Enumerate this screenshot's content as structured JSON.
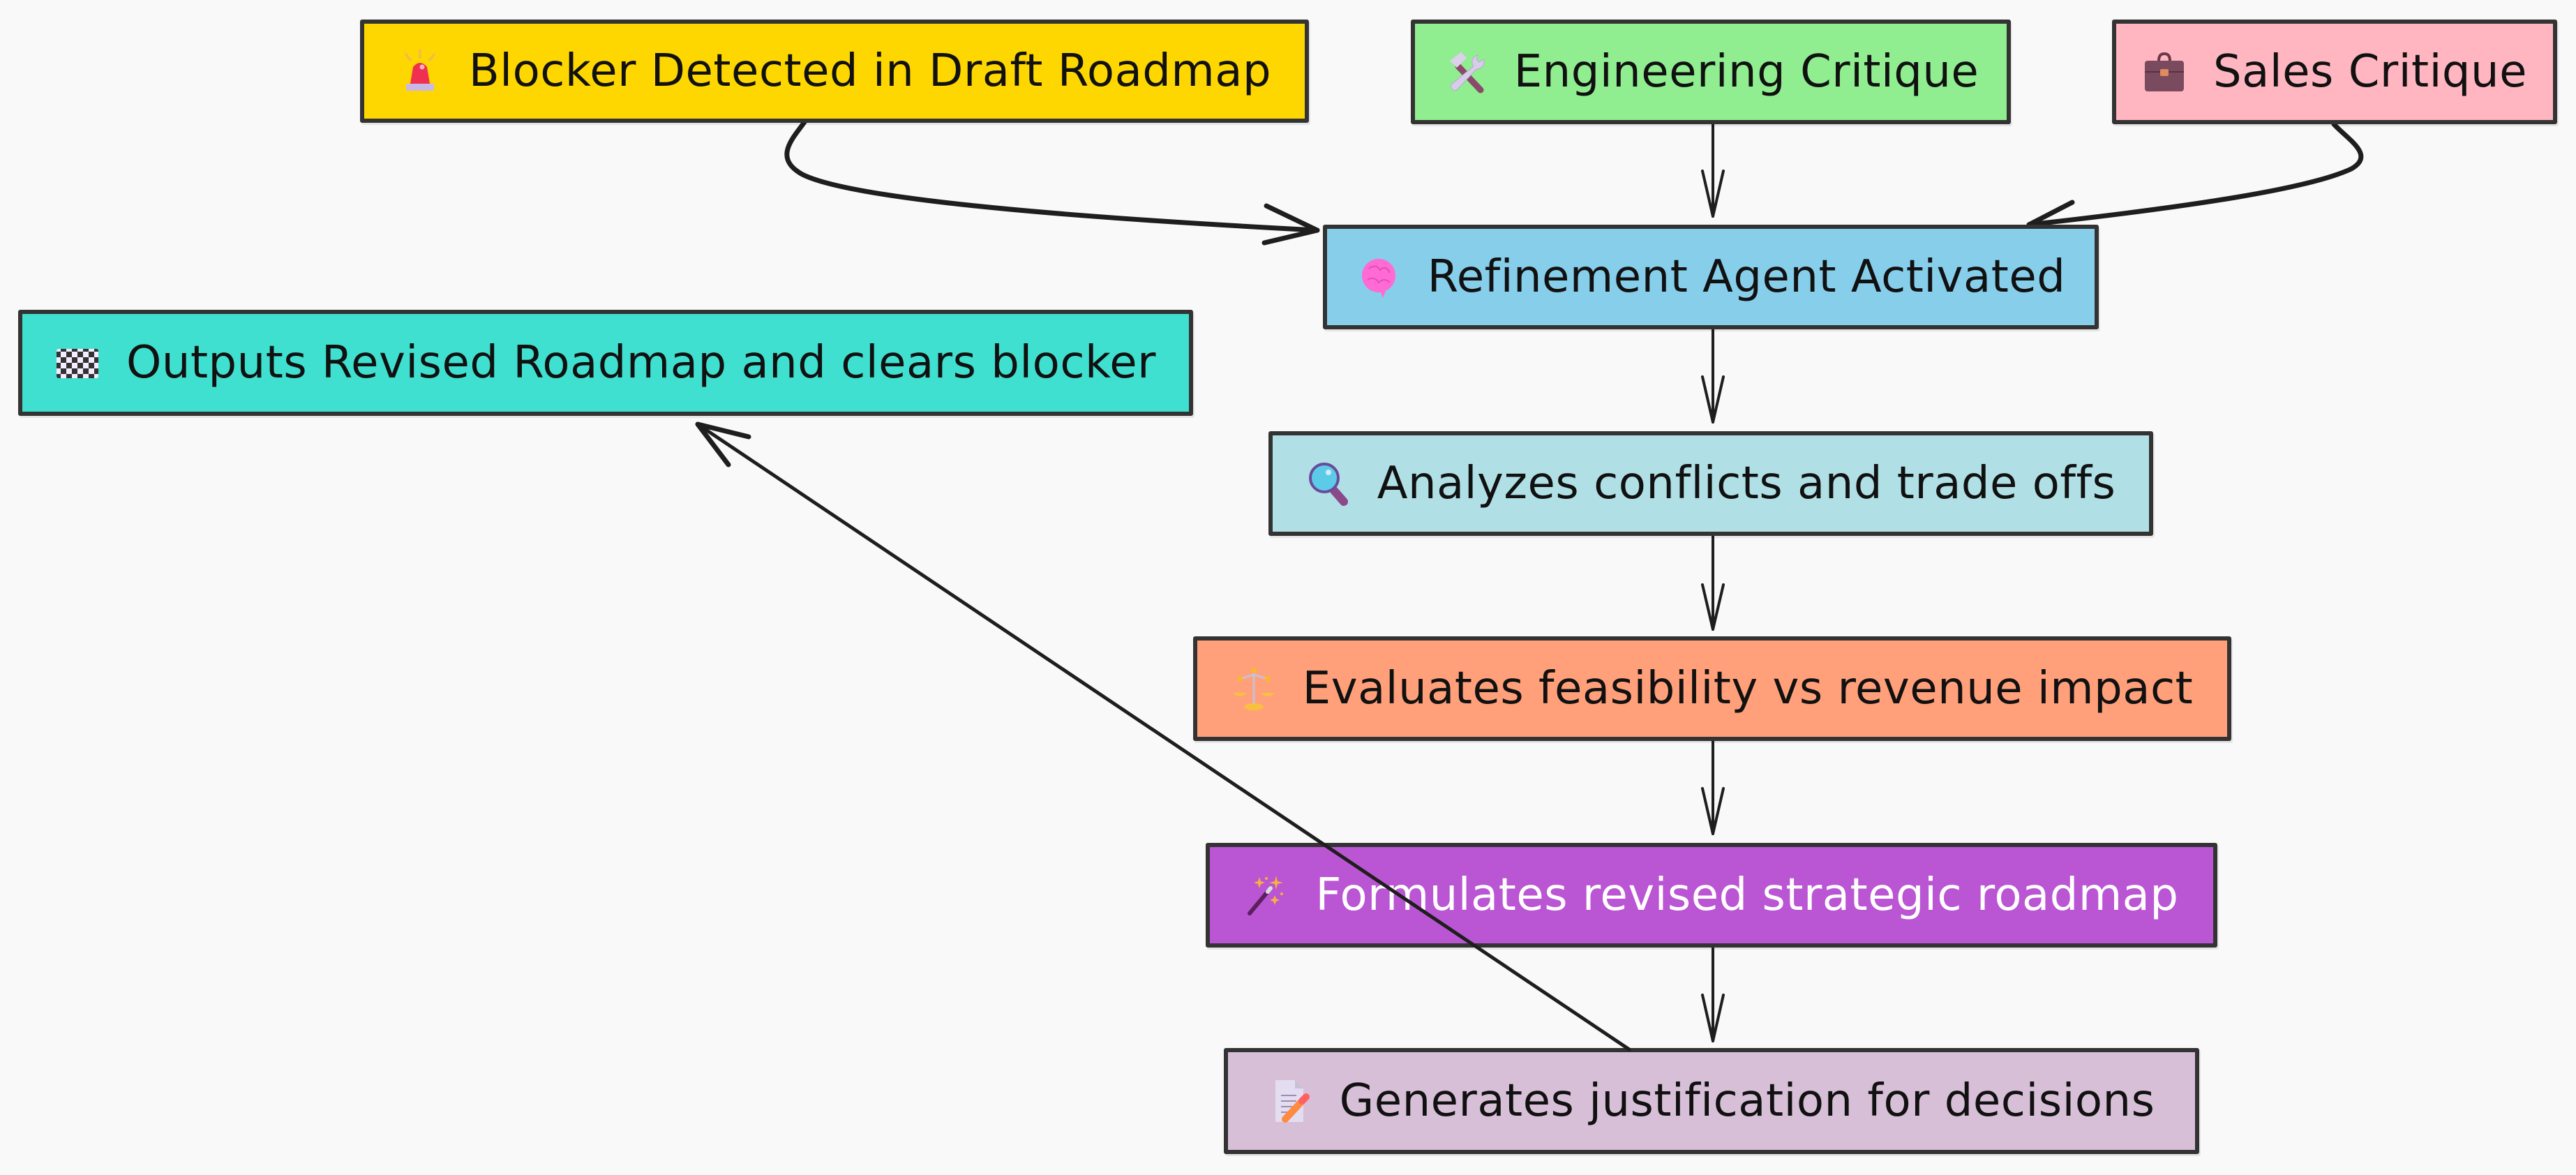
{
  "diagram": {
    "type": "flowchart",
    "style": "hand-drawn",
    "background": "#f9f9f9",
    "nodes": [
      {
        "id": "blocker",
        "label": "Blocker Detected in Draft Roadmap",
        "icon": "police-light-icon",
        "fill": "#FFD700",
        "text_color": "#111111"
      },
      {
        "id": "eng",
        "label": "Engineering Critique",
        "icon": "hammer-and-wrench-icon",
        "fill": "#90EE90",
        "text_color": "#111111"
      },
      {
        "id": "sales",
        "label": "Sales Critique",
        "icon": "briefcase-icon",
        "fill": "#FFB6C1",
        "text_color": "#111111"
      },
      {
        "id": "refine",
        "label": "Refinement Agent Activated",
        "icon": "brain-icon",
        "fill": "#87CEEB",
        "text_color": "#111111"
      },
      {
        "id": "output",
        "label": "Outputs Revised Roadmap and clears blocker",
        "icon": "checkered-flag-icon",
        "fill": "#40E0D0",
        "text_color": "#111111"
      },
      {
        "id": "analyze",
        "label": "Analyzes conflicts and trade offs",
        "icon": "magnifying-glass-icon",
        "fill": "#B0E0E6",
        "text_color": "#111111"
      },
      {
        "id": "evaluate",
        "label": "Evaluates feasibility vs revenue impact",
        "icon": "balance-scale-icon",
        "fill": "#FFA07A",
        "text_color": "#111111"
      },
      {
        "id": "formulate",
        "label": "Formulates revised strategic roadmap",
        "icon": "magic-wand-icon",
        "fill": "#BA55D3",
        "text_color": "#FFFFFF"
      },
      {
        "id": "justify",
        "label": "Generates justification for decisions",
        "icon": "memo-icon",
        "fill": "#D8BFD8",
        "text_color": "#111111"
      }
    ],
    "edges": [
      {
        "from": "blocker",
        "to": "refine"
      },
      {
        "from": "eng",
        "to": "refine"
      },
      {
        "from": "sales",
        "to": "refine"
      },
      {
        "from": "refine",
        "to": "analyze"
      },
      {
        "from": "analyze",
        "to": "evaluate"
      },
      {
        "from": "evaluate",
        "to": "formulate"
      },
      {
        "from": "formulate",
        "to": "justify"
      },
      {
        "from": "justify",
        "to": "output"
      }
    ],
    "stroke_color": "#1e1e1e",
    "border_color": "#333333"
  }
}
